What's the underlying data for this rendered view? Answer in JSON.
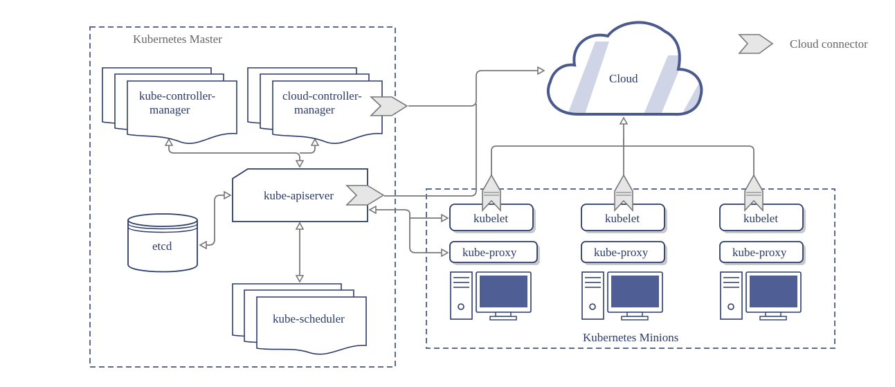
{
  "master": {
    "label": "Kubernetes Master"
  },
  "minions": {
    "label": "Kubernetes Minions"
  },
  "legend": {
    "label": "Cloud connector"
  },
  "cloud": {
    "label": "Cloud"
  },
  "components": {
    "controller_manager_line1": "kube-controller-",
    "controller_manager_line2": "manager",
    "cloud_controller_line1": "cloud-controller-",
    "cloud_controller_line2": "manager",
    "apiserver": "kube-apiserver",
    "etcd": "etcd",
    "scheduler": "kube-scheduler"
  },
  "nodes": [
    {
      "kubelet": "kubelet",
      "proxy": "kube-proxy"
    },
    {
      "kubelet": "kubelet",
      "proxy": "kube-proxy"
    },
    {
      "kubelet": "kubelet",
      "proxy": "kube-proxy"
    }
  ],
  "colors": {
    "outline": "#2b3a67",
    "connector": "#777777",
    "monitor": "#4f5f96",
    "cloud_fill": "#cfd5e6"
  }
}
